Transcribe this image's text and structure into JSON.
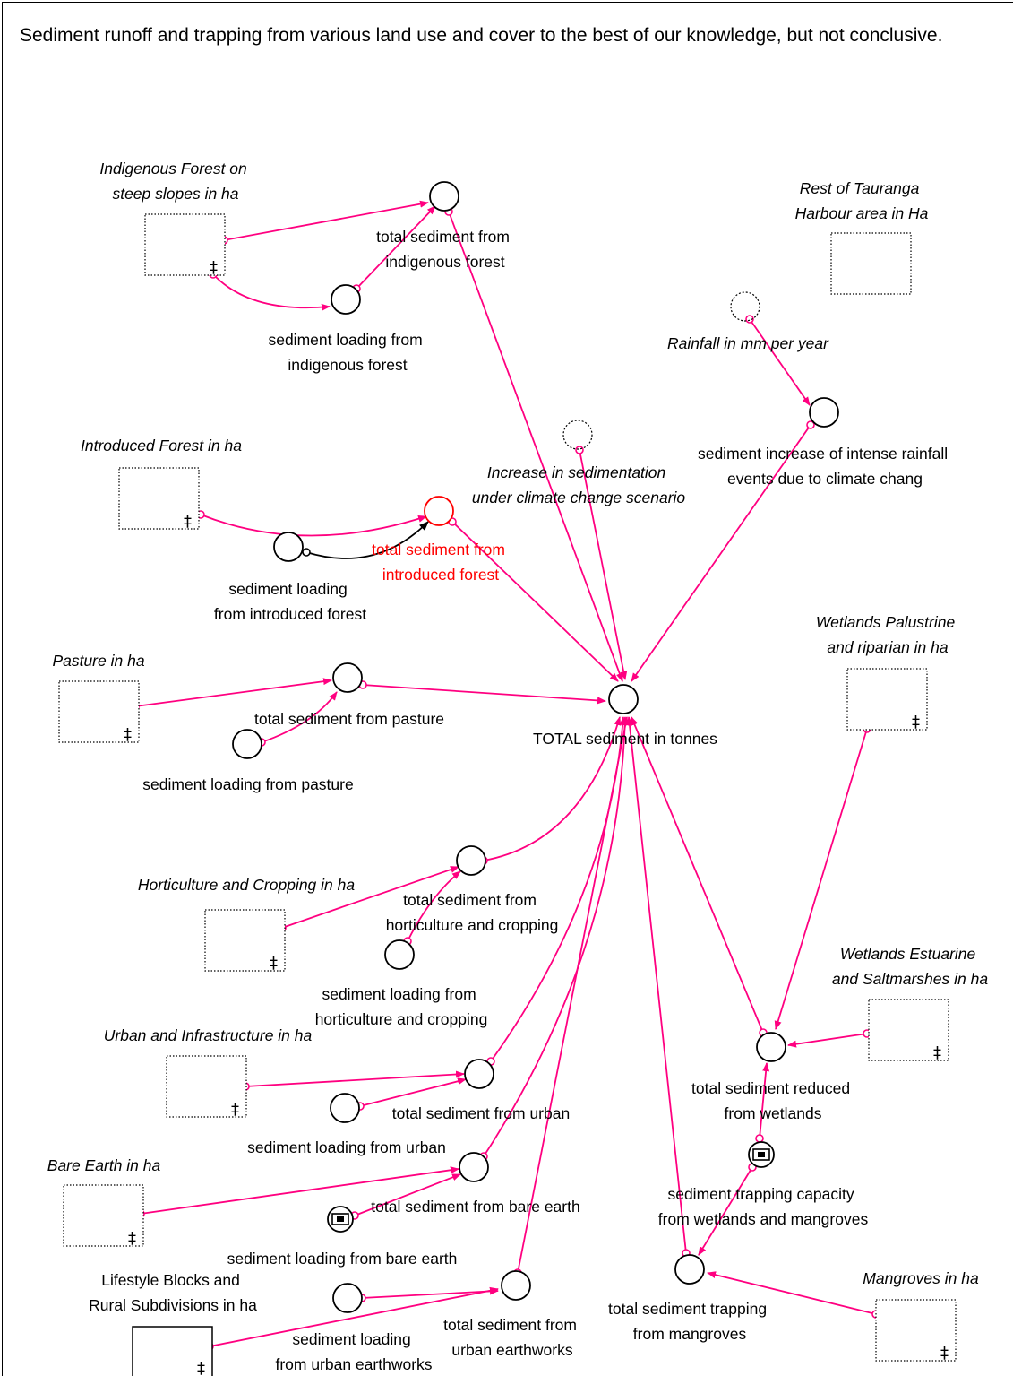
{
  "header": "Sediment runoff and trapping from various land use and cover to the best of our knowledge, but not conclusive.",
  "colors": {
    "link": "#ff0080",
    "warning": "#ff0000",
    "line": "#000000"
  },
  "dagger_glyph": "‡",
  "icon_names": [
    "stock-icon",
    "converter-icon",
    "ghost-converter-icon",
    "graphical-function-icon",
    "link-arrow-icon"
  ],
  "nodes": {
    "indigenous_forest_stock": {
      "label": "Indigenous Forest on\nsteep slopes in ha"
    },
    "total_indigenous": {
      "label": "total sediment from\nindigenous forest"
    },
    "loading_indigenous": {
      "label": "sediment loading from\nindigenous forest"
    },
    "rest_harbour": {
      "label": "Rest of Tauranga\nHarbour area in Ha"
    },
    "rainfall": {
      "label": "Rainfall in mm per year"
    },
    "rainfall_increase": {
      "label": "sediment increase of intense rainfall\nevents due to climate chang"
    },
    "climate_increase": {
      "label": "Increase in sedimentation\nunder climate change scenario"
    },
    "introduced_forest_stock": {
      "label": "Introduced Forest in ha"
    },
    "total_introduced": {
      "label": "total sediment from\nintroduced forest"
    },
    "loading_introduced": {
      "label": "sediment loading\nfrom introduced forest"
    },
    "pasture_stock": {
      "label": "Pasture in ha"
    },
    "total_pasture": {
      "label": "total sediment from pasture"
    },
    "loading_pasture": {
      "label": "sediment loading from pasture"
    },
    "total_sediment": {
      "label": "TOTAL sediment in tonnes"
    },
    "wetlands_palustrine": {
      "label": "Wetlands Palustrine\nand riparian  in ha"
    },
    "horticulture_stock": {
      "label": "Horticulture and Cropping in ha"
    },
    "total_horticulture": {
      "label": "total sediment from\nhorticulture and cropping"
    },
    "loading_horticulture": {
      "label": "sediment loading from\nhorticulture and cropping"
    },
    "wetlands_estuarine": {
      "label": "Wetlands Estuarine\nand Saltmarshes  in ha"
    },
    "urban_stock": {
      "label": "Urban and Infrastructure in ha"
    },
    "total_urban": {
      "label": "total sediment from urban"
    },
    "loading_urban": {
      "label": "sediment loading from urban"
    },
    "total_wetlands": {
      "label": "total sediment reduced\nfrom wetlands"
    },
    "bare_earth_stock": {
      "label": "Bare Earth in ha"
    },
    "total_bare_earth": {
      "label": "total sediment from bare earth"
    },
    "loading_bare_earth": {
      "label": "sediment loading from bare earth"
    },
    "trapping_capacity": {
      "label": "sediment trapping capacity\nfrom wetlands and mangroves"
    },
    "lifestyle_stock": {
      "label": "Lifestyle Blocks and\nRural Subdivisions in ha"
    },
    "total_earthworks": {
      "label": "total sediment from\nurban earthworks"
    },
    "loading_earthworks": {
      "label": "sediment loading\nfrom urban earthworks"
    },
    "total_mangroves": {
      "label": "total sediment trapping\nfrom mangroves"
    },
    "mangroves_stock": {
      "label": "Mangroves in ha"
    }
  }
}
